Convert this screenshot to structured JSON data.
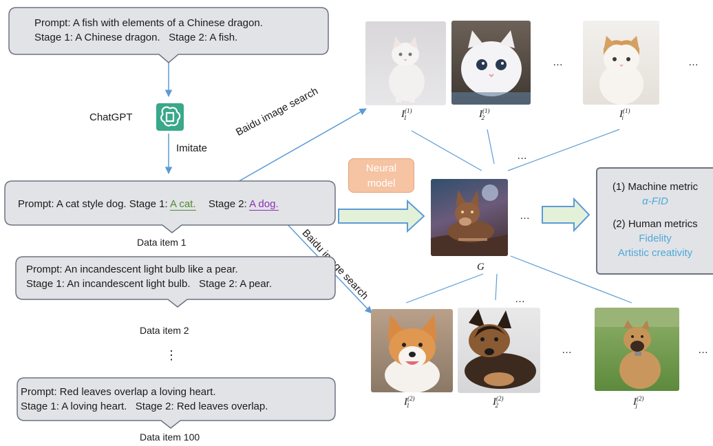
{
  "items": {
    "fish": {
      "prompt": "Prompt: A fish with elements of a Chinese dragon.",
      "stages": "Stage 1: A Chinese dragon.   Stage 2: A fish."
    },
    "dog": {
      "prompt_prefix": "Prompt: A cat style dog. Stage 1:",
      "stage1_value": "A cat.",
      "stage2_prefix": "Stage 2:",
      "stage2_value": "A dog.",
      "caption": "Data item 1"
    },
    "pear": {
      "prompt": "Prompt: An incandescent light bulb like a pear.",
      "stages": "Stage 1: An incandescent light bulb.   Stage 2: A pear.",
      "caption": "Data item 2"
    },
    "heart": {
      "prompt": "Prompt: Red leaves overlap a loving heart.",
      "stages": "Stage 1: A loving heart.   Stage 2: Red leaves overlap.",
      "caption": "Data item 100"
    }
  },
  "chatgpt_label": "ChatGPT",
  "imitate_label": "Imitate",
  "search_label": "Baidu image search",
  "neural_label_1": "Neural",
  "neural_label_2": "model",
  "vertical_ellipsis": "⋮",
  "ellipsis": "…",
  "g_label": "G",
  "metrics": {
    "machine_title": "(1) Machine metric",
    "machine_value": "α-FID",
    "human_title": "(2) Human metrics",
    "human_value_1": "Fidelity",
    "human_value_2": "Artistic creativity"
  },
  "image_labels": {
    "i1_1": {
      "main": "I",
      "sub": "1",
      "sup": "(1)"
    },
    "i1_2": {
      "main": "I",
      "sub": "2",
      "sup": "(1)"
    },
    "i1_i": {
      "main": "I",
      "sub": "i",
      "sup": "(1)"
    },
    "i2_1": {
      "main": "I",
      "sub": "1",
      "sup": "(2)"
    },
    "i2_2": {
      "main": "I",
      "sub": "2",
      "sup": "(2)"
    },
    "i2_j": {
      "main": "I",
      "sub": "j",
      "sup": "(2)"
    }
  },
  "colors": {
    "bubble_fill": "#e2e3e6",
    "bubble_stroke": "#6c7280",
    "arrow_blue": "#5b9bd5",
    "cat_green": "#4f8a2f",
    "dog_purple": "#8a2fb5",
    "neural_fill": "#f6c3a3",
    "metric_blue": "#4ea8d9",
    "chatgpt_green": "#3aa88a",
    "big_arrow_fill": "#e4f1d9"
  }
}
